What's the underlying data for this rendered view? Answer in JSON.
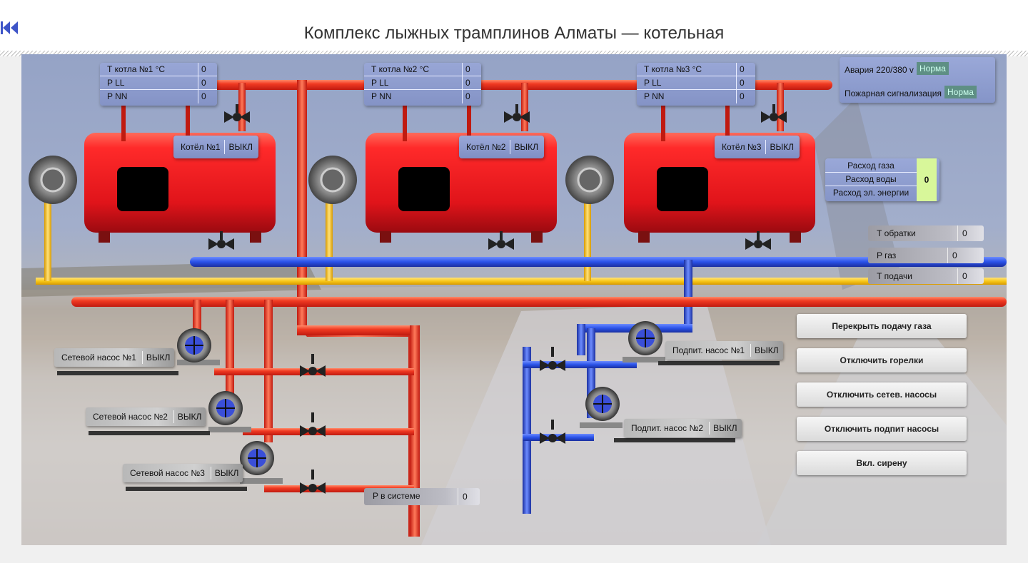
{
  "header": {
    "title": "Комплекс лыжных трамплинов Алматы — котельная",
    "back_icon": "rewind-icon"
  },
  "boilers": [
    {
      "t_label": "Т котла №1 °C",
      "t_value": "0",
      "pll_label": "P LL",
      "pll_value": "0",
      "pnn_label": "P NN",
      "pnn_value": "0",
      "name": "Котёл №1",
      "state": "ВЫКЛ"
    },
    {
      "t_label": "Т котла №2 °C",
      "t_value": "0",
      "pll_label": "P LL",
      "pll_value": "0",
      "pnn_label": "P NN",
      "pnn_value": "0",
      "name": "Котёл №2",
      "state": "ВЫКЛ"
    },
    {
      "t_label": "Т котла №3 °C",
      "t_value": "0",
      "pll_label": "P LL",
      "pll_value": "0",
      "pnn_label": "P NN",
      "pnn_value": "0",
      "name": "Котёл №3",
      "state": "ВЫКЛ"
    }
  ],
  "alarms": [
    {
      "label": "Авария 220/380 v",
      "status": "Норма"
    },
    {
      "label": "Пожарная сигнализация",
      "status": "Норма"
    }
  ],
  "flow": {
    "gas": "Расход газа",
    "water": "Расход воды",
    "power": "Расход эл. энергии",
    "value": "0"
  },
  "readouts": [
    {
      "label": "Т обратки",
      "value": "0"
    },
    {
      "label": "P газ",
      "value": "0"
    },
    {
      "label": "Т подачи",
      "value": "0"
    }
  ],
  "net_pumps": [
    {
      "name": "Сетевой насос №1",
      "state": "ВЫКЛ"
    },
    {
      "name": "Сетевой насос №2",
      "state": "ВЫКЛ"
    },
    {
      "name": "Сетевой насос №3",
      "state": "ВЫКЛ"
    }
  ],
  "feed_pumps": [
    {
      "name": "Подпит. насос №1",
      "state": "ВЫКЛ"
    },
    {
      "name": "Подпит. насос №2",
      "state": "ВЫКЛ"
    }
  ],
  "system_pressure": {
    "label": "P в системе",
    "value": "0"
  },
  "buttons": {
    "gas_off": "Перекрыть подачу газа",
    "burners_off": "Отключить горелки",
    "net_pumps_off": "Отключить сетев. насосы",
    "feed_pumps_off": "Отключить подпит насосы",
    "siren_on": "Вкл. сирену"
  },
  "colors": {
    "hot_pipe": "#f04a2a",
    "gas_pipe": "#f7c81a",
    "cold_pipe": "#2a52e8",
    "boiler": "#e8242a",
    "status_ok": "#5e8f84",
    "flow_value_bg": "#d8f79a"
  }
}
